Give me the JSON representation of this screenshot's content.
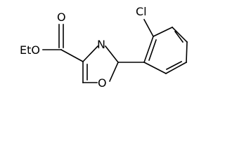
{
  "structure": {
    "atom_labels": {
      "ester_carbonyl_oxygen": "O",
      "ester_group": "EtO",
      "oxazole_nitrogen": "N",
      "oxazole_oxygen": "O",
      "chlorine": "Cl"
    }
  },
  "colors": {
    "bond": "#000000",
    "background": "#ffffff"
  }
}
